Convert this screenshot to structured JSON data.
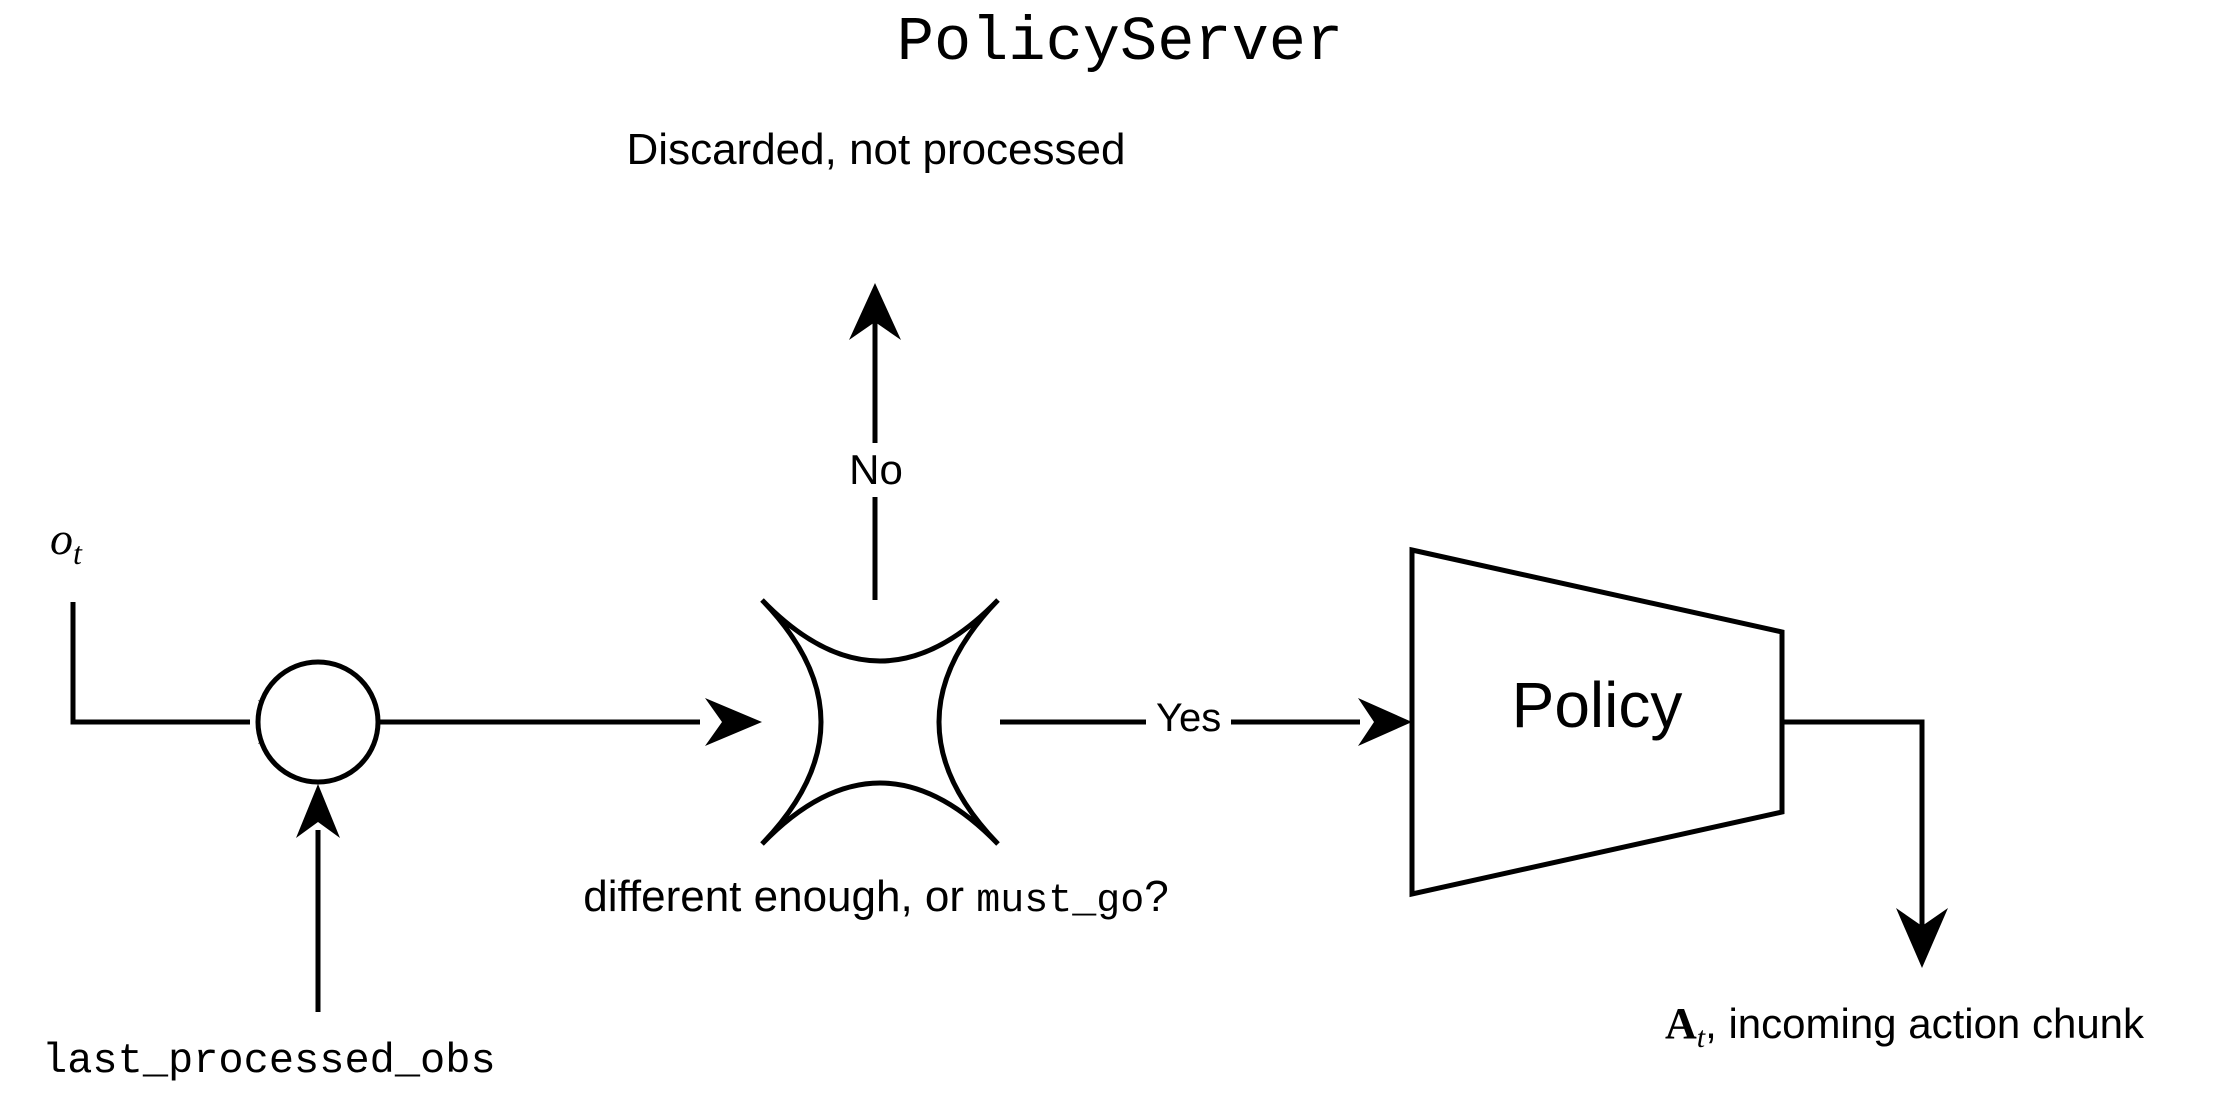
{
  "diagram": {
    "title": "PolicyServer",
    "nodes": {
      "junction": {
        "name": "merge-junction",
        "shape": "circle"
      },
      "decision": {
        "name": "decision-star",
        "shape": "four-point-concave-star",
        "question": "different enough, or ",
        "question_code": "must_go",
        "question_suffix": "?"
      },
      "policy": {
        "name": "policy-block",
        "shape": "trapezoid",
        "label": "Policy"
      }
    },
    "edges": {
      "no_branch_label": "No",
      "no_branch_target": "Discarded, not processed",
      "yes_branch_label": "Yes"
    },
    "labels": {
      "observation": "o",
      "observation_sub": "t",
      "last_processed_obs": "last_processed_obs",
      "action_symbol": "A",
      "action_sub": "t",
      "action_desc": ", incoming action chunk"
    },
    "colors": {
      "background": "#ffffff",
      "stroke": "#000000",
      "text": "#000000"
    }
  }
}
